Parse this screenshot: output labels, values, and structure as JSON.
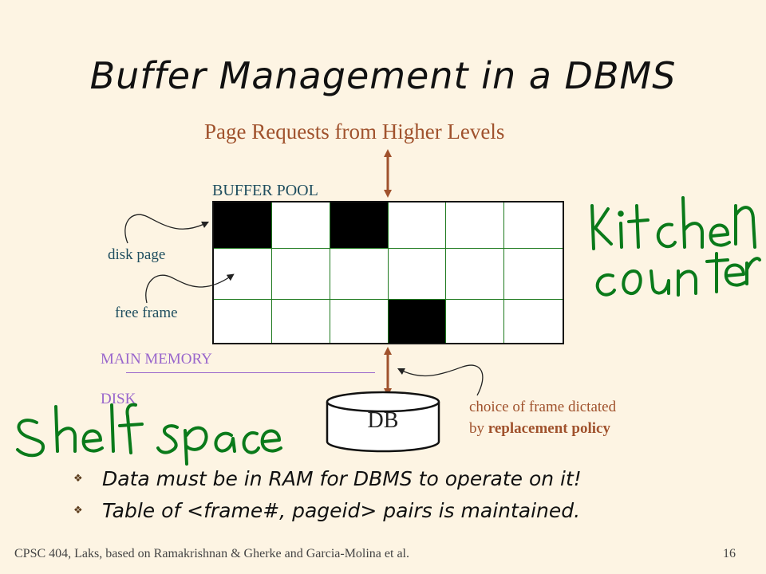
{
  "slide": {
    "title": "Buffer Management in a DBMS",
    "requests_label": "Page Requests from Higher Levels",
    "buffer_pool_label": "BUFFER POOL",
    "disk_page_label": "disk page",
    "free_frame_label": "free frame",
    "main_memory_label": "MAIN MEMORY",
    "disk_label": "DISK",
    "db_label": "DB",
    "policy_text": "choice of frame dictated",
    "policy_prefix": "by ",
    "policy_bold": "replacement policy",
    "bullets": [
      "Data must be in RAM for DBMS to operate on it!",
      "Table of <frame#, pageid> pairs is maintained."
    ],
    "bullet_icon": "diamond-bullet-icon",
    "footer_left": "CPSC 404, Laks, based on Ramakrishnan & Gherke and Garcia-Molina et al.",
    "page_number": "16",
    "handwriting": [
      "Kitchen",
      "counter",
      "Shelf space"
    ]
  },
  "buffer_pool": {
    "columns": 6,
    "rows": 3,
    "filled_cells": [
      [
        0,
        0
      ],
      [
        0,
        2
      ],
      [
        2,
        3
      ]
    ]
  },
  "colors": {
    "background": "#fdf4e3",
    "accent_brown": "#a0522d",
    "memory_purple": "#9966cc",
    "ink_green": "#0a7a1a",
    "frame_fill": "#000000"
  }
}
